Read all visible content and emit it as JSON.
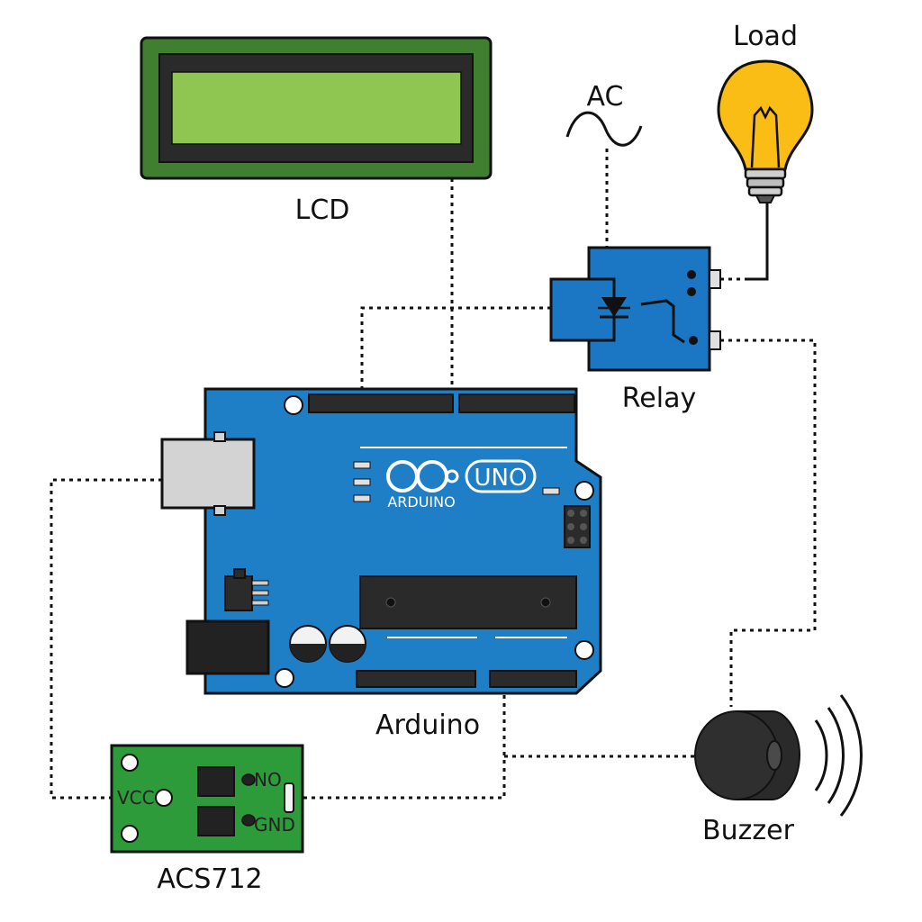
{
  "labels": {
    "lcd": "LCD",
    "ac": "AC",
    "load": "Load",
    "relay": "Relay",
    "arduino": "Arduino",
    "buzzer": "Buzzer",
    "acs712": "ACS712"
  },
  "acs712_pins": {
    "vcc": "VCC",
    "no": "NO",
    "gnd": "GND"
  },
  "board_silk": {
    "logo_text": "UNO",
    "brand": "ARDUINO"
  },
  "colors": {
    "board_blue": "#1f7fc6",
    "lcd_frame_green": "#3f7f2f",
    "lcd_screen_green": "#8fc651",
    "relay_blue": "#1b77c4",
    "module_green": "#2e9b3b",
    "bulb_yellow": "#f9bd16",
    "buzzer_black": "#2a2a2a"
  }
}
